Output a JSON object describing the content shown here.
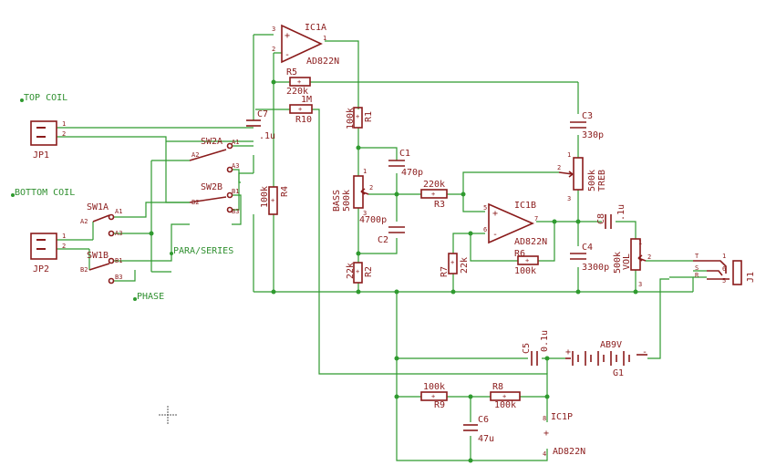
{
  "labels": {
    "top_coil": "TOP COIL",
    "bottom_coil": "BOTTOM COIL",
    "para_series": "PARA/SERIES",
    "phase": "PHASE",
    "jp1": "JP1",
    "jp2": "JP2",
    "sw1a": "SW1A",
    "sw1b": "SW1B",
    "sw2a": "SW2A",
    "sw2b": "SW2B",
    "ic1a": "IC1A",
    "ic1a_part": "AD822N",
    "ic1b": "IC1B",
    "ic1b_part": "AD822N",
    "ic1p": "IC1P",
    "ic1p_part": "AD822N",
    "r5": "R5",
    "r5_val": "220k",
    "r10": "R10",
    "r10_val": "1M",
    "r1": "R1",
    "r1_val": "100k",
    "r2": "R2",
    "r2_val": "22k",
    "r3": "R3",
    "r3_val": "220k",
    "r4": "R4",
    "r4_val": "100k",
    "r6": "R6",
    "r6_val": "100k",
    "r7": "R7",
    "r7_val": "22k",
    "r8": "R8",
    "r8_val": "100k",
    "r9": "R9",
    "r9_val": "100k",
    "c1": "C1",
    "c1_val": "470p",
    "c2": "C2",
    "c2_val": "4700p",
    "c3": "C3",
    "c3_val": "330p",
    "c4": "C4",
    "c4_val": "3300p",
    "c5": "C5",
    "c5_val": "0.1u",
    "c6": "C6",
    "c6_val": "47u",
    "c7": "C7",
    "c7_val": ".1u",
    "c8": "C8",
    "c8_val": ".1u",
    "bass": "BASS",
    "bass_val": "500k",
    "treb": "TREB",
    "treb_val": "500k",
    "vol": "VOL",
    "vol_val": "500k",
    "battery": "AB9V",
    "battery_ref": "G1",
    "jack": "J1",
    "pin_a1": "A1",
    "pin_a2": "A2",
    "pin_a3": "A3",
    "pin_b1": "B1",
    "pin_b2": "B2",
    "pin_b3": "B3",
    "pin_1": "1",
    "pin_2": "2",
    "pin_3": "3",
    "pin_4": "4",
    "pin_5": "5",
    "pin_6": "6",
    "pin_7": "7",
    "pin_8": "8",
    "plus": "+",
    "minus": "-",
    "jack_t": "T",
    "jack_s": "S",
    "jack_r": "R"
  },
  "colors": {
    "wire": "#2f9a2f",
    "component": "#8a1b1b",
    "net_label": "#2f8f2f",
    "background": "#ffffff"
  }
}
